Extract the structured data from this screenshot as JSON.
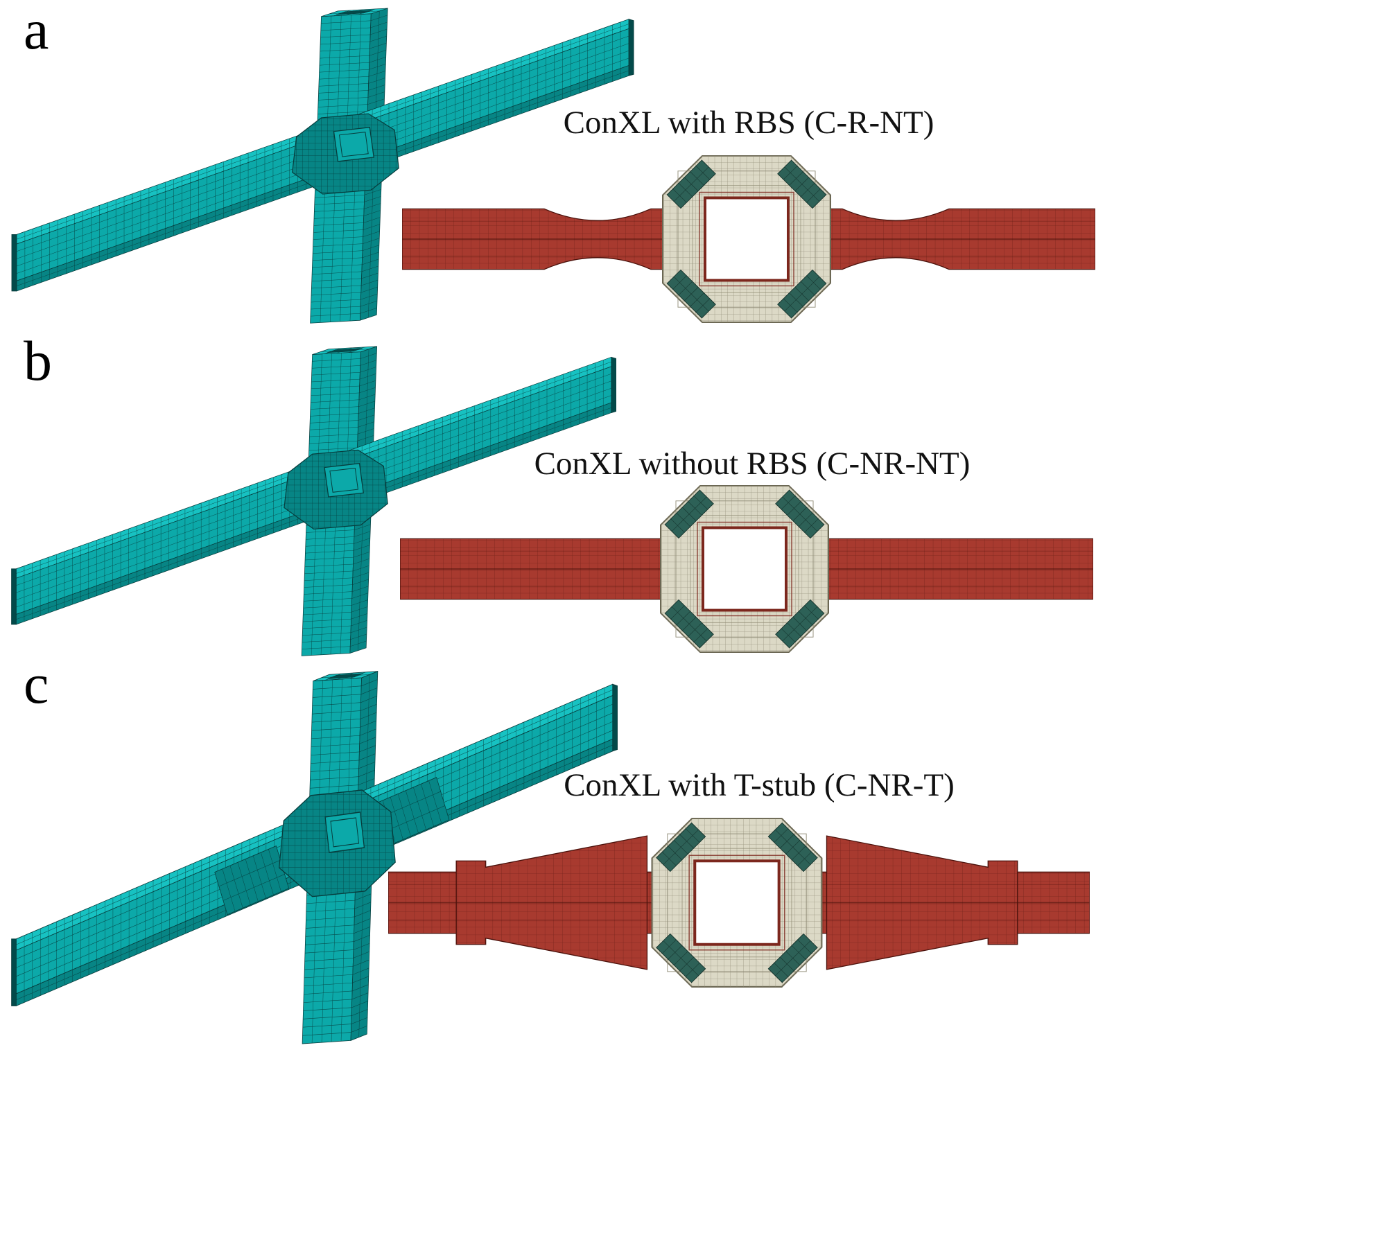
{
  "figure": {
    "kind": "finite-element-model-figure",
    "panels": [
      {
        "letter": "a",
        "title": "ConXL with RBS (C-R-NT)",
        "variant": "rbs"
      },
      {
        "letter": "b",
        "title": "ConXL without RBS (C-NR-NT)",
        "variant": "straight"
      },
      {
        "letter": "c",
        "title": "ConXL with T-stub (C-NR-T)",
        "variant": "tstub"
      }
    ]
  },
  "panels": [
    {
      "letter": "a",
      "title": "ConXL with RBS (C-R-NT)",
      "variant": "rbs"
    },
    {
      "letter": "b",
      "title": "ConXL without RBS (C-NR-NT)",
      "variant": "straight"
    },
    {
      "letter": "c",
      "title": "ConXL with T-stub (C-NR-T)",
      "variant": "tstub"
    }
  ],
  "colors": {
    "background": "#ffffff",
    "text": "#111111",
    "teal_light": "#17c2c2",
    "teal_mid": "#0ca9a9",
    "teal_dark": "#078585",
    "teal_deep": "#034a4a",
    "teal_line": "#073c3c",
    "red_fill": "#a83a2f",
    "red_line": "#4b120c",
    "red_dark": "#7c271d",
    "collar_fill": "#dcd9c6",
    "collar_line": "#8e8a74",
    "collar_edge": "#6b6753",
    "corner_teal": "#2d6157",
    "corner_teal_line": "#14302a"
  }
}
